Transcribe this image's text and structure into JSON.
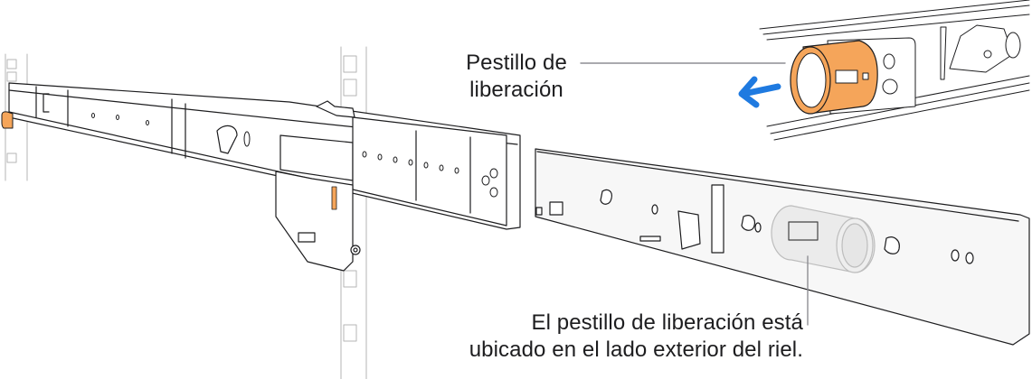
{
  "illustration": {
    "subject": "server rail with release latch",
    "colors": {
      "latch_orange": "#F5A55A",
      "arrow_blue": "#1F7AE0",
      "line": "#1d1d1f",
      "callout_line": "#8e8e93",
      "rack_line": "#b0b0b0"
    }
  },
  "callouts": {
    "release_latch": {
      "line1": "Pestillo de",
      "line2": "liberación"
    },
    "latch_location": {
      "line1": "El pestillo de liberación está",
      "line2": "ubicado en el lado exterior del riel."
    }
  },
  "icons": {
    "pull_direction": "arrow-left-icon"
  }
}
